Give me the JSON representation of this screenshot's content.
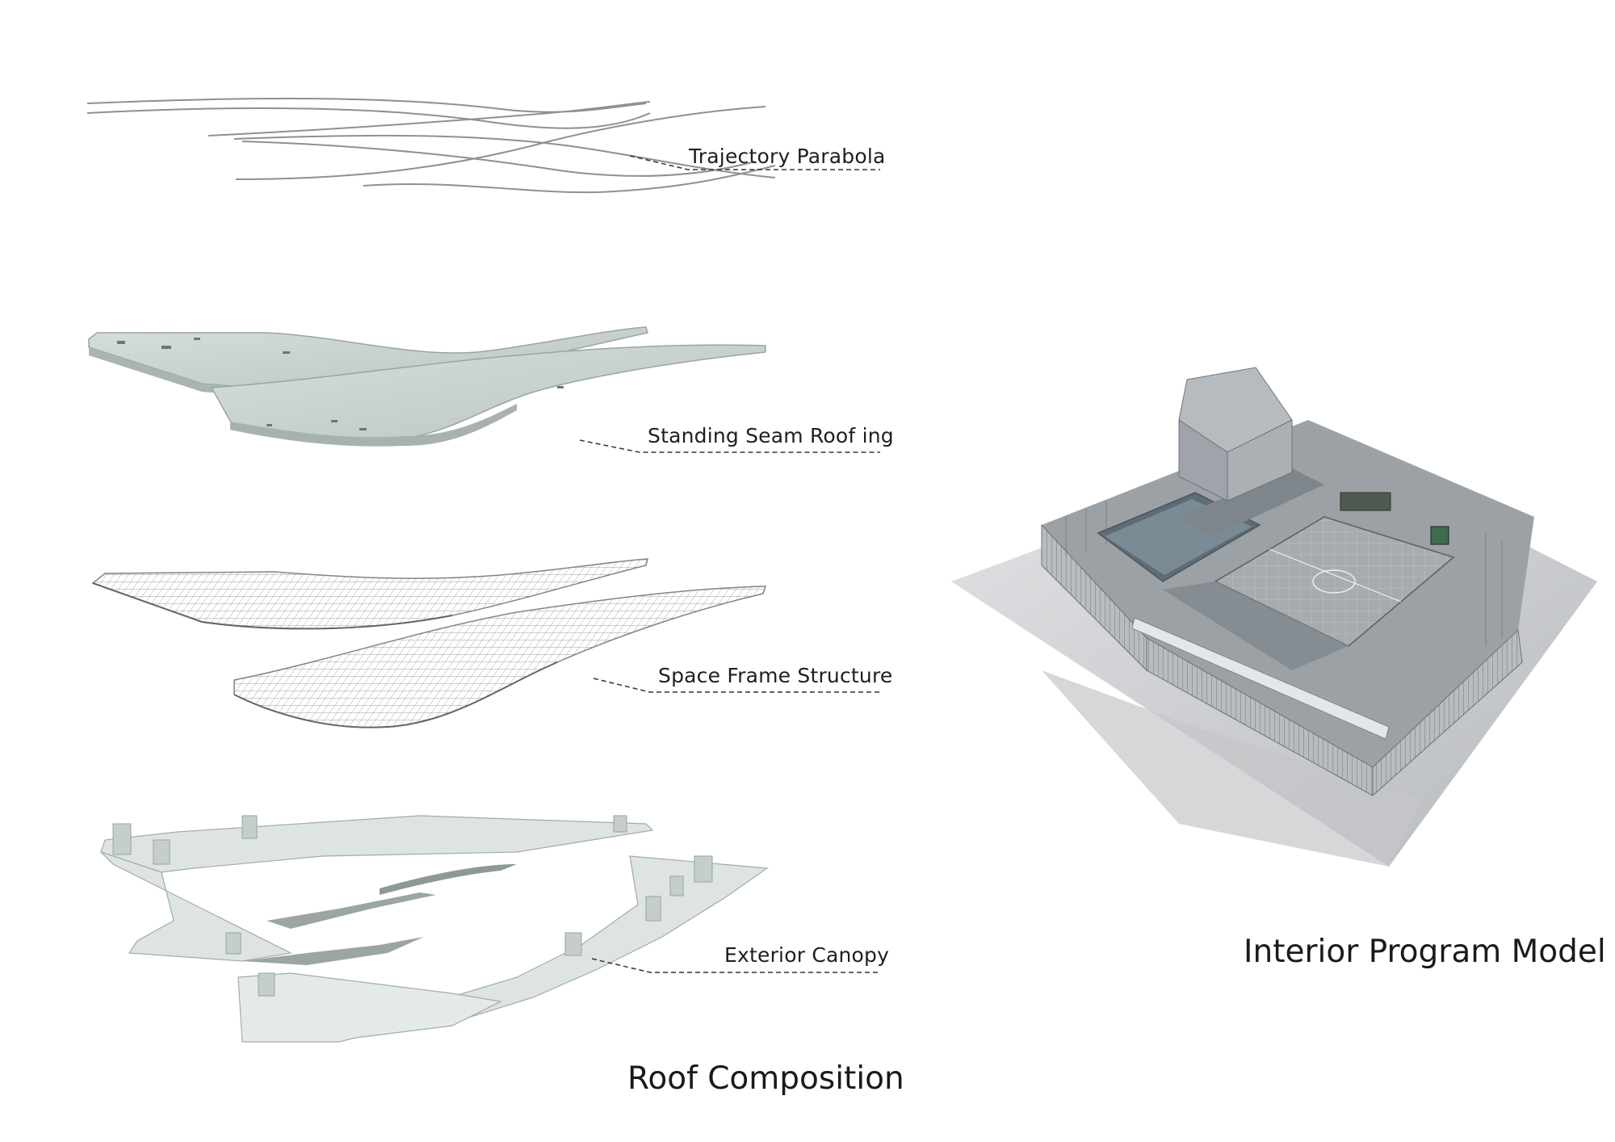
{
  "layers": [
    {
      "id": "trajectory-parabola",
      "label": "Trajectory Parabola"
    },
    {
      "id": "standing-seam-roofing",
      "label": "Standing Seam Roof ing"
    },
    {
      "id": "space-frame-structure",
      "label": "Space Frame Structure"
    },
    {
      "id": "exterior-canopy",
      "label": "Exterior Canopy"
    }
  ],
  "titles": {
    "roof": "Roof Composition",
    "interior": "Interior Program Model"
  },
  "colors": {
    "roof_surface": "#c9d3d1",
    "roof_edge": "#9aa5a3",
    "frame_line": "#7d8785",
    "leader": "#333333",
    "ground": "#d2d3d5",
    "model": "#8e9499"
  }
}
